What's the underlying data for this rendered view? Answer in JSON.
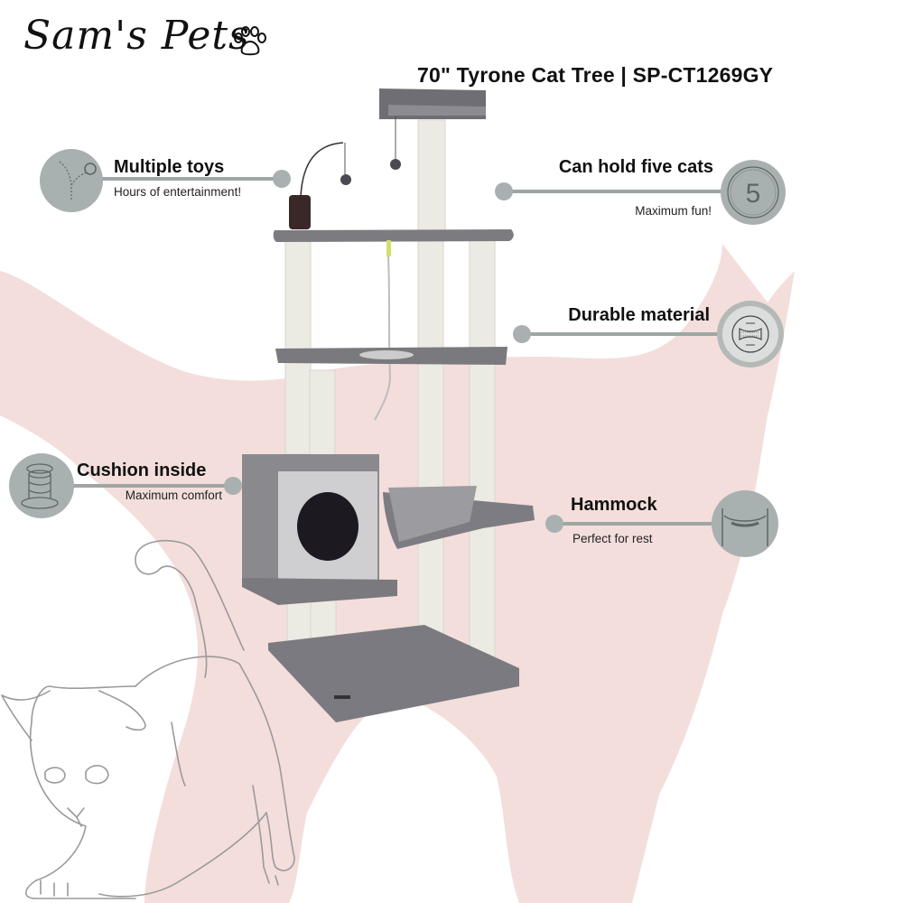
{
  "brand": {
    "name": "Sam's Pets",
    "logo_icon": "paw-print-icon"
  },
  "product": {
    "title": "70\" Tyrone Cat Tree |  SP-CT1269GY",
    "size": "70\"",
    "name": "Tyrone Cat Tree",
    "sku": "SP-CT1269GY"
  },
  "features": [
    {
      "id": "toys",
      "title": "Multiple toys",
      "subtitle": "Hours of entertainment!",
      "icon": "toy-wand-icon"
    },
    {
      "id": "capacity",
      "title": "Can hold five cats",
      "subtitle": "Maximum fun!",
      "icon": "number-five-icon",
      "icon_text": "5"
    },
    {
      "id": "material",
      "title": "Durable material",
      "subtitle": "",
      "icon": "fabric-stretch-icon"
    },
    {
      "id": "cushion",
      "title": "Cushion inside",
      "subtitle": "Maximum comfort",
      "icon": "cushion-stack-icon"
    },
    {
      "id": "hammock",
      "title": "Hammock",
      "subtitle": "Perfect for rest",
      "icon": "hammock-icon"
    }
  ],
  "colors": {
    "background": "#ffffff",
    "silhouette_pink": "#f3dedb",
    "icon_circle": "#a9b1b0",
    "connector_line": "#9ea6a5",
    "platform_gray": "#7e7d82",
    "post_cream": "#ecebe3",
    "text": "#111111",
    "outline_cat": "#9a9a9a"
  }
}
